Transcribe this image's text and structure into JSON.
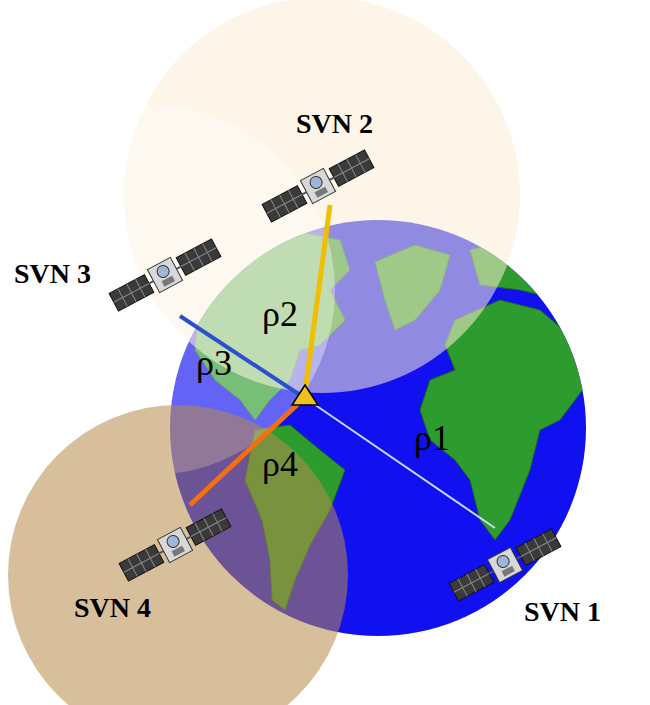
{
  "diagram": {
    "labels": [
      "SVN 2",
      "SVN 3",
      "ρ2",
      "ρ3",
      "ρ4",
      "ρ1",
      "SVN 4",
      "SVN 1"
    ]
  }
}
